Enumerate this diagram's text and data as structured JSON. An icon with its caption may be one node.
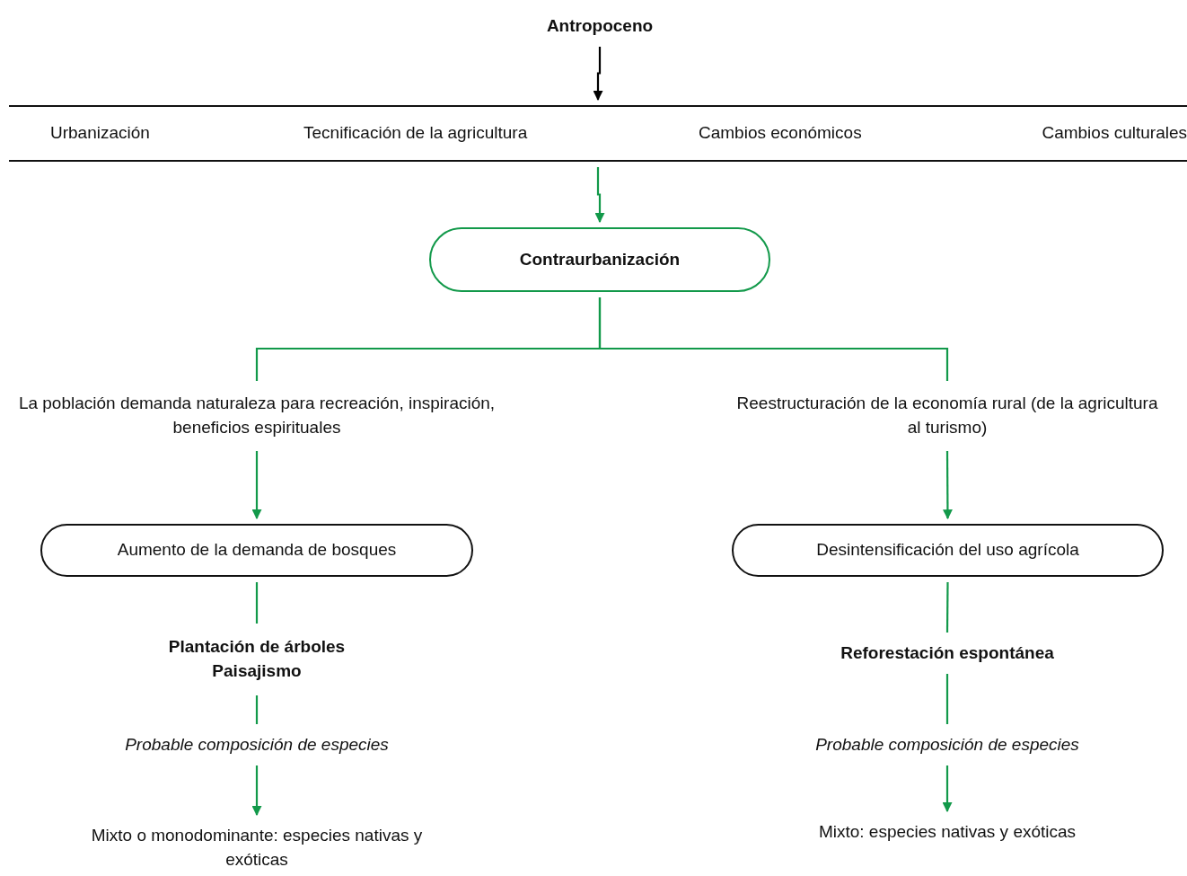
{
  "diagram": {
    "nodes": [
      {
        "text": [
          "Antropoceno"
        ]
      },
      {
        "text": [
          "Urbanización",
          "Tecnificación de la agricultura",
          "Cambios económicos",
          "Cambios culturales"
        ]
      },
      {
        "text": [
          "Contraurbanización"
        ]
      },
      {
        "text": [
          "La población demanda naturaleza para recreación, inspiración, beneficios espirituales"
        ]
      },
      {
        "text": [
          "Reestructuración de la economía rural (de la agricultura al turismo)"
        ]
      },
      {
        "text": [
          "Aumento de la demanda de bosques"
        ]
      },
      {
        "text": [
          "Desintensificación del uso agrícola"
        ]
      },
      {
        "text": [
          "Plantación de árboles",
          "Paisajismo"
        ]
      },
      {
        "text": [
          "Reforestación espontánea"
        ]
      },
      {
        "text": [
          "Probable composición de especies"
        ]
      },
      {
        "text": [
          "Probable composición de especies"
        ]
      },
      {
        "text": [
          "Mixto o monodominante: especies nativas y exóticas"
        ]
      },
      {
        "text": [
          "Mixto: especies nativas y exóticas"
        ]
      }
    ],
    "edges": [
      {
        "from": 0,
        "to": 1,
        "arrow": "to",
        "color": "#000000"
      },
      {
        "from": 1,
        "to": 2,
        "arrow": "to"
      },
      {
        "from": 2,
        "to": 3,
        "arrow": "none"
      },
      {
        "from": 2,
        "to": 4,
        "arrow": "none"
      },
      {
        "from": 3,
        "to": 5,
        "arrow": "to"
      },
      {
        "from": 4,
        "to": 6,
        "arrow": "to"
      },
      {
        "from": 5,
        "to": 7,
        "arrow": "none"
      },
      {
        "from": 6,
        "to": 8,
        "arrow": "none"
      },
      {
        "from": 7,
        "to": 9,
        "arrow": "none"
      },
      {
        "from": 8,
        "to": 10,
        "arrow": "none"
      },
      {
        "from": 9,
        "to": 11,
        "arrow": "to"
      },
      {
        "from": 10,
        "to": 12,
        "arrow": "to"
      }
    ]
  }
}
